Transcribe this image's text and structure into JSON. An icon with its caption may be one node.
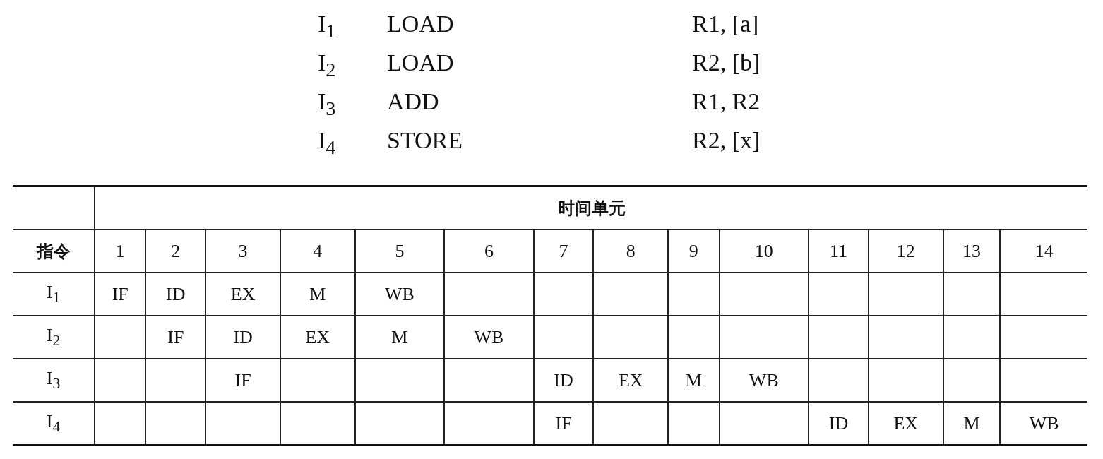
{
  "diagram": {
    "labels": [
      "I$_{1}$",
      "LOAD",
      "R1, [a]",
      "I$_{2}$",
      "LOAD",
      "R2, [b]",
      "I$_{3}$",
      "ADD",
      "R1, R2",
      "I$_{4}$",
      "STORE",
      "R2, [x]",
      "时间单元",
      "指令",
      "1",
      "2",
      "3",
      "4",
      "5",
      "6",
      "7",
      "8",
      "9",
      "10",
      "11",
      "12",
      "13",
      "14",
      "I$_{1}$",
      "IF",
      "ID",
      "EX",
      "M",
      "WB",
      "I$_{2}$",
      "IF",
      "ID",
      "EX",
      "M",
      "WB",
      "I$_{3}$",
      "IF",
      "ID",
      "EX",
      "M",
      "WB",
      "I$_{4}$",
      "IF",
      "ID",
      "EX",
      "M",
      "WB"
    ]
  }
}
